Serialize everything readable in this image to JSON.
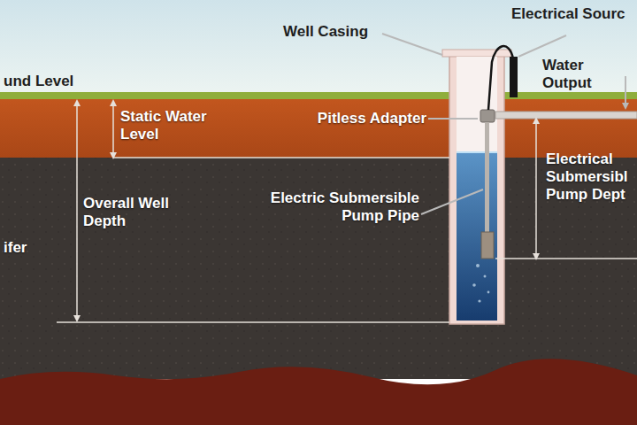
{
  "diagram": {
    "labels": [
      "Well Casing",
      "Electrical Sourc",
      "und Level",
      "Water Output",
      "Static Water Level",
      "Pitless Adapter",
      "Electrical Submersibl Pump Dept",
      "Overall Well Depth",
      "Electric Submersible Pump Pipe",
      "ifer"
    ]
  }
}
